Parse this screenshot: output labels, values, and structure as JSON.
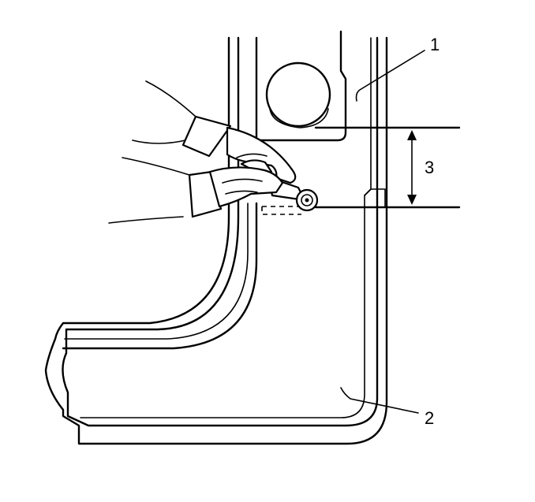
{
  "callouts": {
    "c1": "1",
    "c2": "2",
    "c3": "3"
  },
  "icons": [
    "hand-icon",
    "wire-brush-tool-icon",
    "dimension-arrow-icon"
  ],
  "colors": {
    "line": "#000000",
    "background": "#ffffff"
  }
}
